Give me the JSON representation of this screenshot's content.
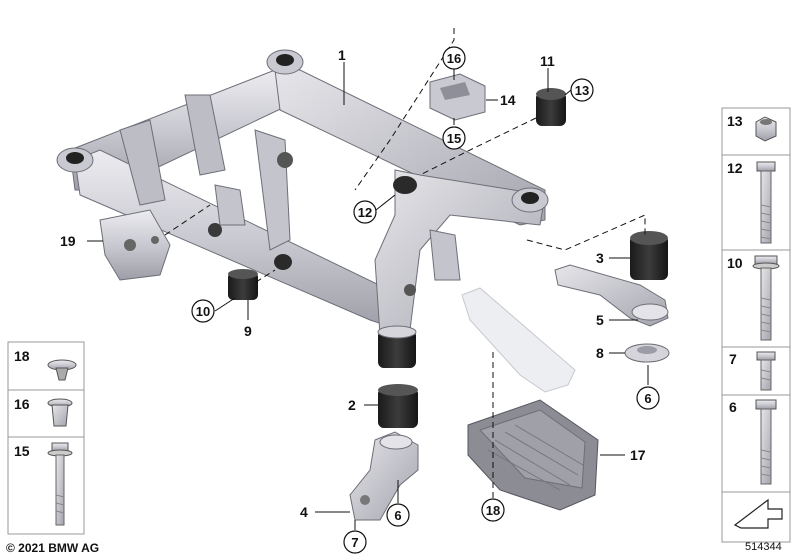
{
  "diagram": {
    "labels": {
      "p1": "1",
      "p2": "2",
      "p3": "3",
      "p4": "4",
      "p5": "5",
      "p6a": "6",
      "p6b": "6",
      "p7": "7",
      "p8": "8",
      "p9": "9",
      "p10": "10",
      "p11": "11",
      "p12": "12",
      "p13": "13",
      "p14": "14",
      "p15": "15",
      "p16": "16",
      "p17": "17",
      "p18": "18",
      "p19": "19"
    },
    "right_legend": [
      "13",
      "12",
      "10",
      "7",
      "6"
    ],
    "left_legend": [
      "18",
      "16",
      "15"
    ]
  },
  "footer": {
    "copyright": "© 2021 BMW AG",
    "reference": "514344"
  }
}
